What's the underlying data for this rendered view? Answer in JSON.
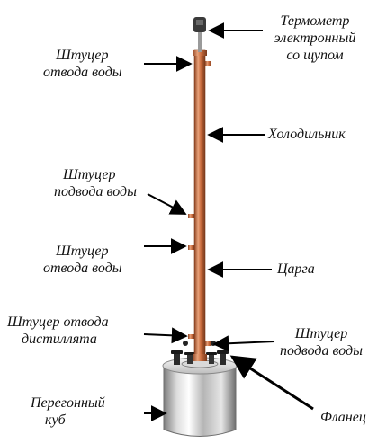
{
  "labels": {
    "thermometer": [
      "Термометр",
      "электронный",
      "со щупом"
    ],
    "water_outlet_top": [
      "Штуцер",
      "отвода воды"
    ],
    "condenser": [
      "Холодильник"
    ],
    "water_inlet_mid": [
      "Штуцер",
      "подвода воды"
    ],
    "water_outlet_mid": [
      "Штуцер",
      "отвода воды"
    ],
    "column": [
      "Царга"
    ],
    "distillate_outlet": [
      "Штуцер отвода",
      "дистиллята"
    ],
    "water_inlet_bottom": [
      "Штуцер",
      "подвода воды"
    ],
    "boiler": [
      "Перегонный",
      "куб"
    ],
    "flange": [
      "Фланец"
    ]
  },
  "colors": {
    "copper_light": "#e8a27a",
    "copper_mid": "#c86a3c",
    "copper_dark": "#8e4322",
    "steel_light": "#f2f2f2",
    "steel_dark": "#8a8a8a",
    "arrow": "#000000",
    "text": "#111111"
  }
}
